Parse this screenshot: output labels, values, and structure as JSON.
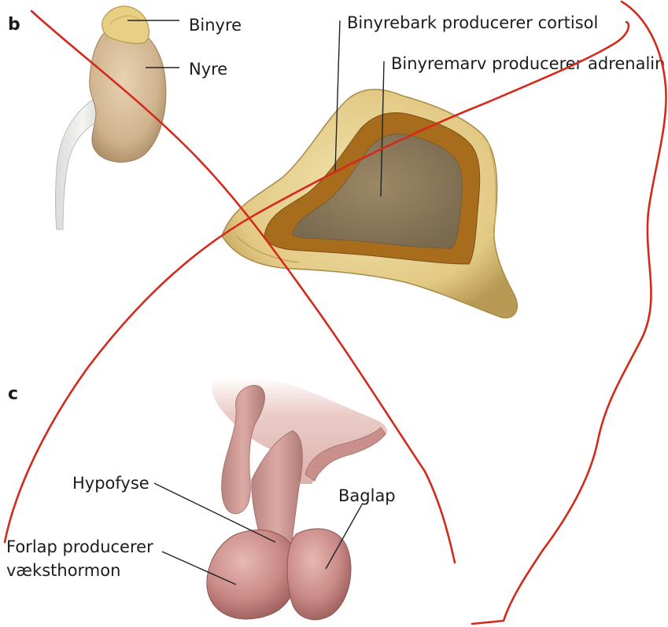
{
  "panels": {
    "b": "b",
    "c": "c"
  },
  "labels": {
    "binyre": "Binyre",
    "nyre": "Nyre",
    "binyrebark": "Binyrebark producerer cortisol",
    "binyremarv": "Binyremarv producerer adrenalin",
    "hypofyse": "Hypofyse",
    "baglap": "Baglap",
    "forlap_line1": "Forlap producerer",
    "forlap_line2": "væksthormon"
  },
  "colors": {
    "annotation_ink": "#d42a1c",
    "cortex": "#e6cf8c",
    "medulla": "#8e7a5c",
    "pituitary": "#c98a86"
  }
}
